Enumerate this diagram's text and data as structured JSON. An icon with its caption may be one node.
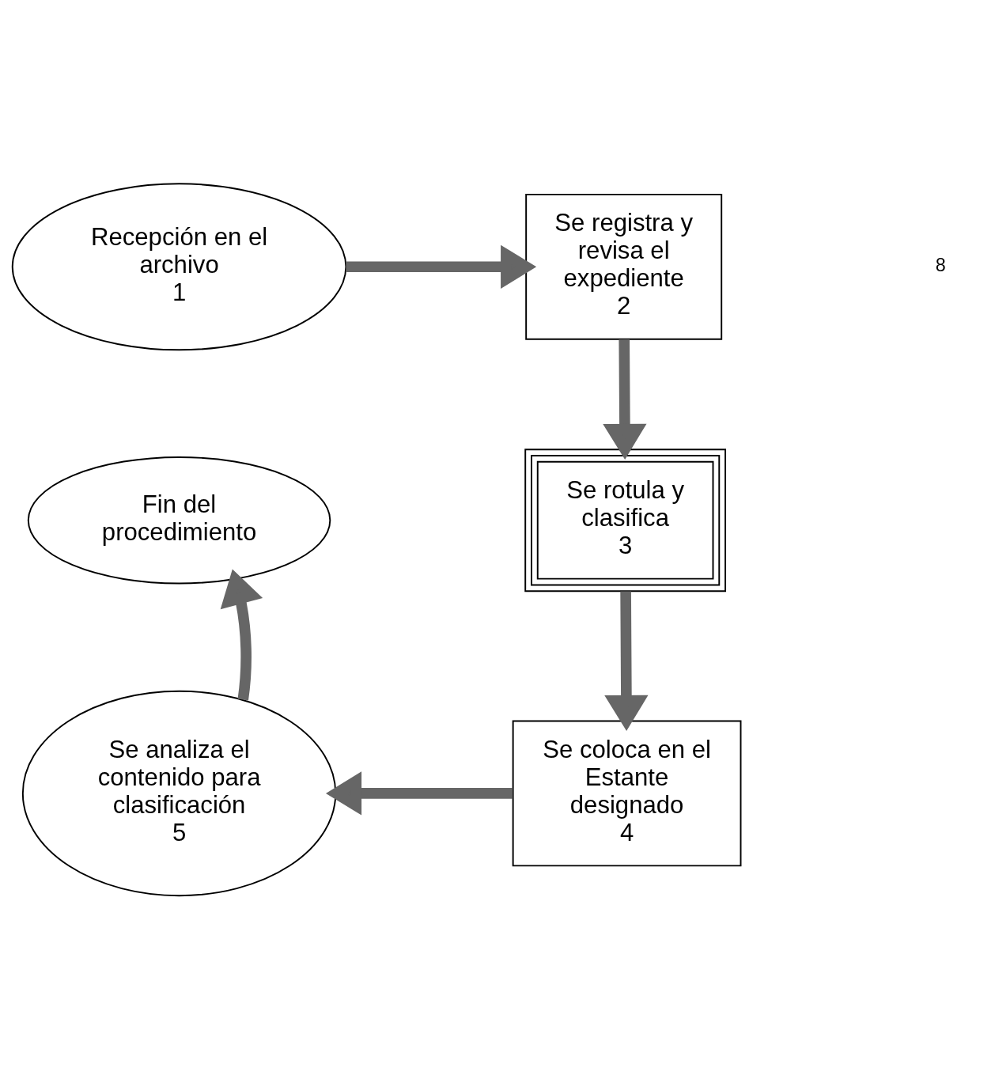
{
  "diagram": {
    "nodes": [
      {
        "text": [
          "Recepción en el archivo",
          "1"
        ]
      },
      {
        "text": [
          "Se registra y revisa el expediente",
          "2"
        ]
      },
      {
        "text": [
          "Se rotula y clasifica",
          "3"
        ]
      },
      {
        "text": [
          "Se coloca en el Estante designado",
          "4"
        ]
      },
      {
        "text": [
          "Se analiza el contenido para clasificación",
          "5"
        ]
      },
      {
        "text": [
          "Fin del procedimiento"
        ]
      }
    ],
    "edges": [
      {
        "from": 0,
        "to": 1,
        "arrow": "to"
      },
      {
        "from": 1,
        "to": 2,
        "arrow": "to"
      },
      {
        "from": 2,
        "to": 3,
        "arrow": "to"
      },
      {
        "from": 3,
        "to": 4,
        "arrow": "to"
      },
      {
        "from": 4,
        "to": 5,
        "arrow": "to"
      }
    ],
    "labels": [
      "8"
    ]
  }
}
